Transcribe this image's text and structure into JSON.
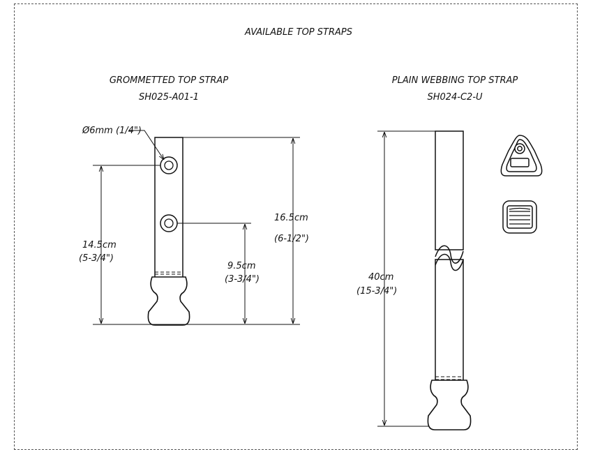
{
  "title": "AVAILABLE TOP STRAPS",
  "left": {
    "name": "GROMMETTED TOP STRAP",
    "part": "SH025-A01-1",
    "hole": "Ø6mm (1/4\")",
    "dim_total_cm": "16.5cm",
    "dim_total_in": "(6-1/2\")",
    "dim_upper_cm": "14.5cm",
    "dim_upper_in": "(5-3/4\")",
    "dim_lower_cm": "9.5cm",
    "dim_lower_in": "(3-3/4\")"
  },
  "right": {
    "name": "PLAIN WEBBING TOP STRAP",
    "part": "SH024-C2-U",
    "dim_cm": "40cm",
    "dim_in": "(15-3/4\")"
  }
}
